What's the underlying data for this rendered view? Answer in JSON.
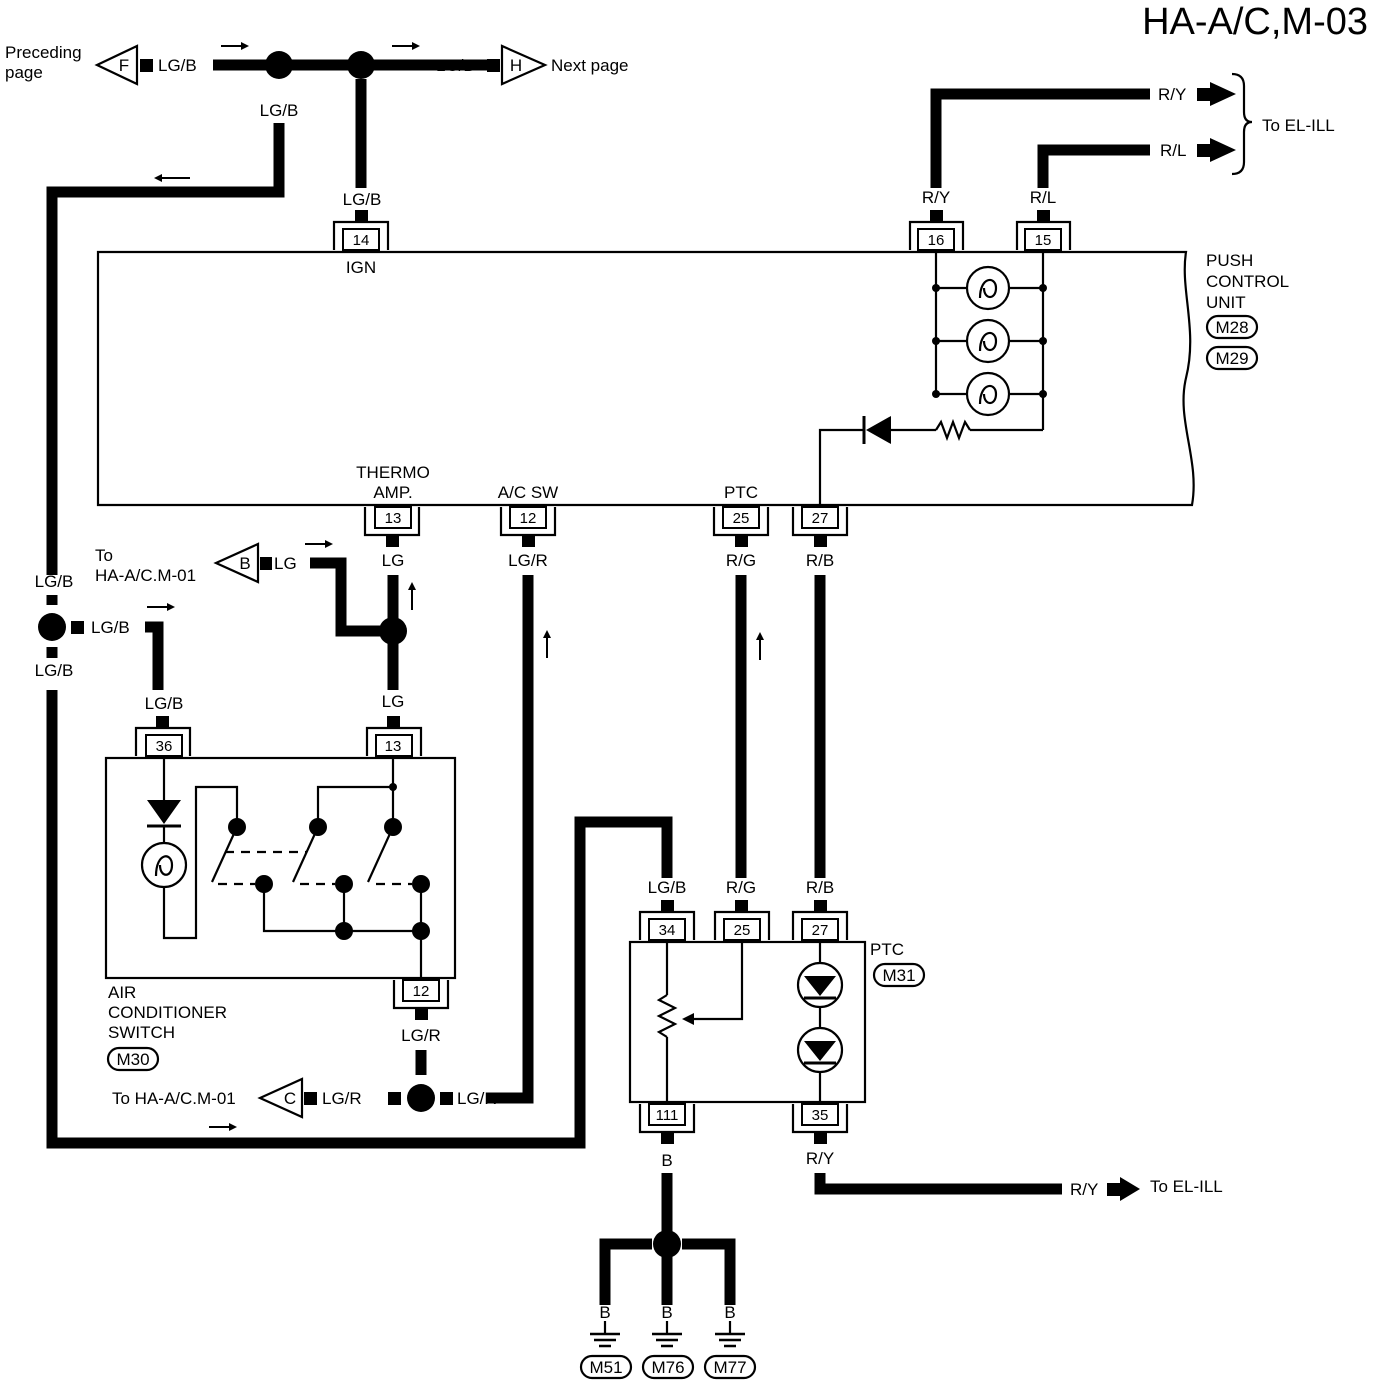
{
  "title": "HA-A/C,M-03",
  "nav": {
    "preceding": "Preceding page",
    "preceding_line1": "Preceding",
    "preceding_line2": "page",
    "preceding_letter": "F",
    "next": "Next page",
    "next_letter": "H"
  },
  "wires": {
    "lgb": "LG/B",
    "lg": "LG",
    "lgr": "LG/R",
    "rg": "R/G",
    "rb": "R/B",
    "ry": "R/Y",
    "rl": "R/L",
    "b": "B"
  },
  "refs": {
    "to_elill": "To EL-ILL",
    "to_hac01_line1": "To",
    "to_hac01_line2": "HA-A/C.M-01",
    "to_hac01_letter": "B",
    "to_hac01_c": "To HA-A/C.M-01",
    "to_hac01_c_letter": "C"
  },
  "push_control_unit": {
    "name_line1": "PUSH",
    "name_line2": "CONTROL",
    "name_line3": "UNIT",
    "conn1": "M28",
    "conn2": "M29",
    "pins": {
      "ign": "14",
      "ign_label": "IGN",
      "ill1": "16",
      "ill2": "15",
      "thermo": "13",
      "thermo_label1": "THERMO",
      "thermo_label2": "AMP.",
      "acsw": "12",
      "acsw_label": "A/C SW",
      "ptc": "25",
      "ptc_label": "PTC",
      "pin27": "27"
    }
  },
  "ac_switch": {
    "name_line1": "AIR",
    "name_line2": "CONDITIONER",
    "name_line3": "SWITCH",
    "conn": "M30",
    "pins": {
      "p36": "36",
      "p13": "13",
      "p12": "12"
    }
  },
  "ptc": {
    "name": "PTC",
    "conn": "M31",
    "pins": {
      "p34": "34",
      "p25": "25",
      "p27": "27",
      "p111": "111",
      "p35": "35"
    }
  },
  "grounds": [
    "M51",
    "M76",
    "M77"
  ]
}
